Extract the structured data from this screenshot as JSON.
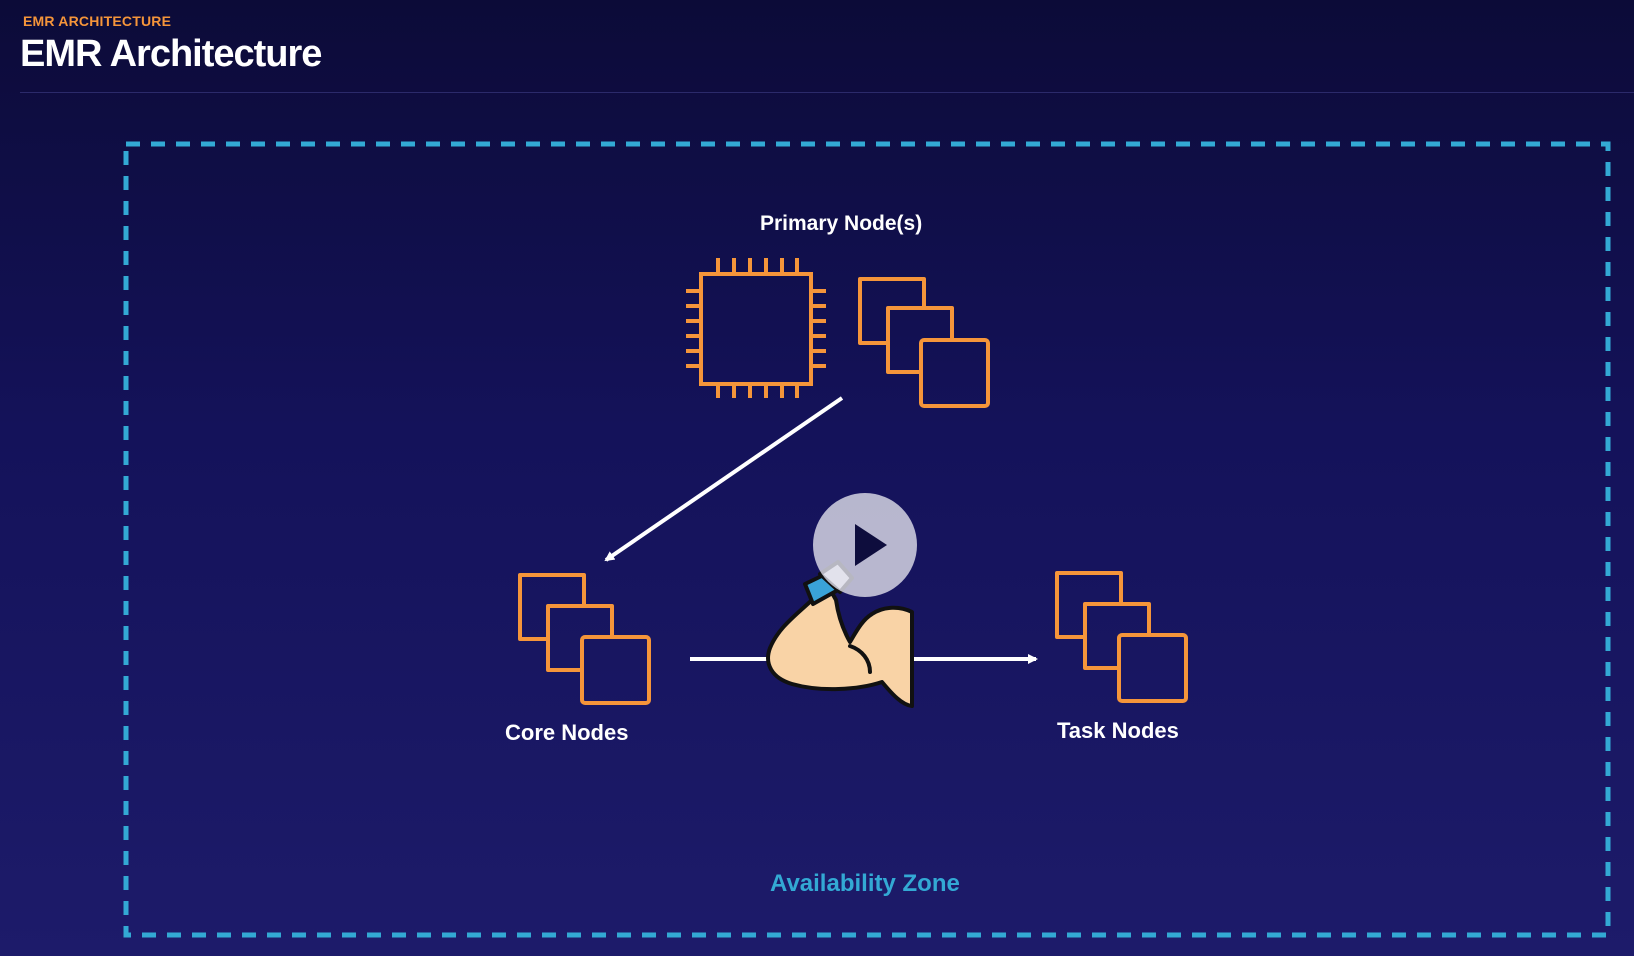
{
  "header": {
    "eyebrow": "EMR ARCHITECTURE",
    "title": "EMR Architecture"
  },
  "diagram": {
    "primary_label": "Primary Node(s)",
    "core_label": "Core Nodes",
    "task_label": "Task Nodes",
    "zone_label": "Availability Zone"
  },
  "icons": {
    "cpu": "cpu-chip-icon",
    "instances": "instances-icon",
    "muscle": "flexed-bicep-icon",
    "play": "play-icon"
  },
  "colors": {
    "background_top": "#0c0b38",
    "background_bottom": "#1d1b6a",
    "accent_orange": "#f5953a",
    "zone_blue": "#33a9d4",
    "text_white": "#ffffff",
    "arrow_white": "#ffffff",
    "skin": "#f9d3a6",
    "wristband": "#3aa3d8"
  }
}
